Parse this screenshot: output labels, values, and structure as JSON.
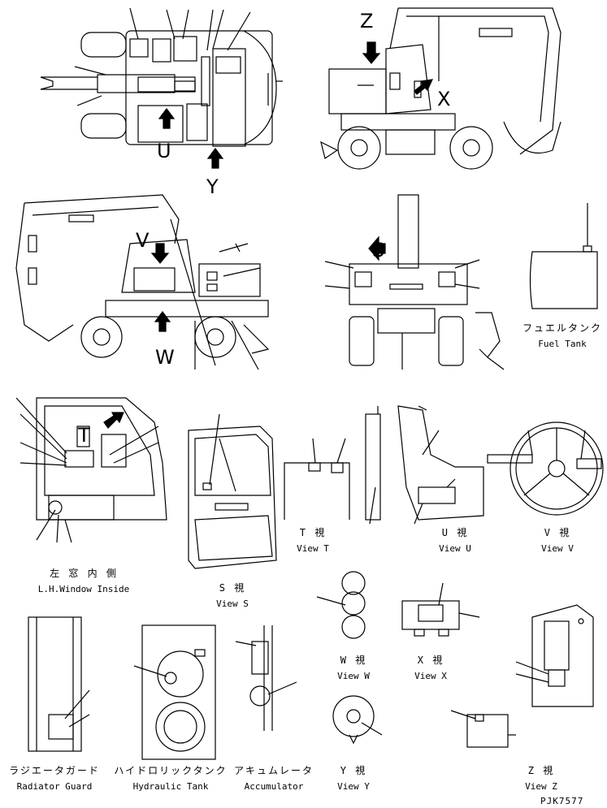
{
  "view_letters": {
    "z": "Z",
    "x": "X",
    "u": "U",
    "y": "Y",
    "v": "V",
    "w": "W",
    "s": "S",
    "t": "T"
  },
  "captions": {
    "fuel_tank_jp": "フュエルタンク",
    "fuel_tank_en": "Fuel Tank",
    "lh_window_jp": "左 窓 内 側",
    "lh_window_en": "L.H.Window Inside",
    "view_s_jp": "S  視",
    "view_s_en": "View S",
    "view_t_jp": "T  視",
    "view_t_en": "View T",
    "view_u_jp": "U  視",
    "view_u_en": "View U",
    "view_v_jp": "V  視",
    "view_v_en": "View V",
    "view_w_jp": "W  視",
    "view_w_en": "View W",
    "view_x_jp": "X  視",
    "view_x_en": "View X",
    "radiator_jp": "ラジエータガード",
    "radiator_en": "Radiator Guard",
    "hydraulic_jp": "ハイドロリックタンク",
    "hydraulic_en": "Hydraulic Tank",
    "accumulator_jp": "アキュムレータ",
    "accumulator_en": "Accumulator",
    "view_y_jp": "Y  視",
    "view_y_en": "View Y",
    "view_z_jp": "Z  視",
    "view_z_en": "View Z"
  },
  "drawing_code": "PJK7577"
}
